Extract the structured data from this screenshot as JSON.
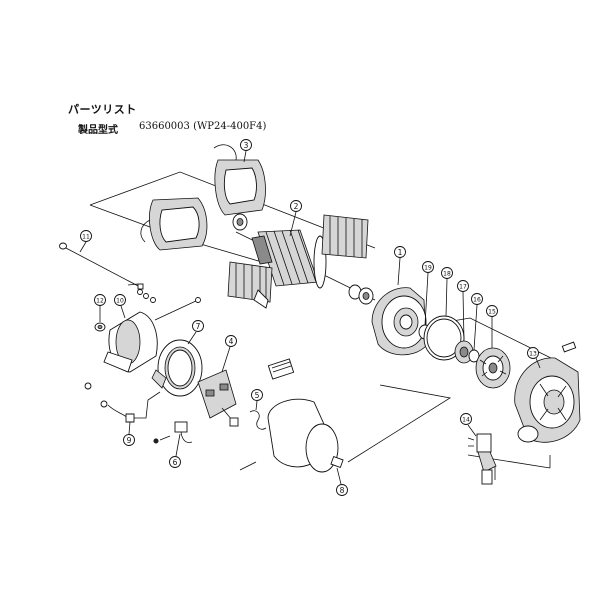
{
  "header": {
    "title": "パーツリスト",
    "model_label": "製品型式",
    "model_number": "63660003 (WP24-400F4)"
  },
  "callouts": [
    "1",
    "2",
    "3",
    "4",
    "5",
    "6",
    "7",
    "8",
    "9",
    "10",
    "11",
    "12",
    "13",
    "14",
    "15",
    "16",
    "17",
    "18",
    "19"
  ],
  "colors": {
    "ink": "#111111",
    "paper": "#ffffff",
    "shade": "#8a8a8a"
  }
}
